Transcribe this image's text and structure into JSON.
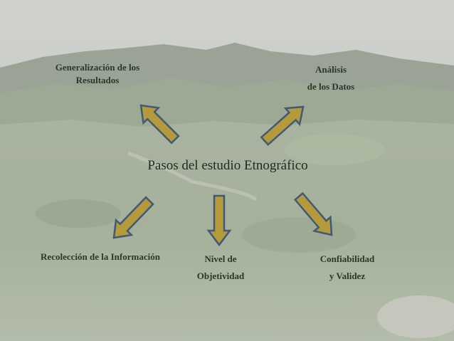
{
  "center": {
    "text": "Pasos del estudio Etnográfico"
  },
  "nodes": {
    "generalizacion": {
      "line1": "Generalización de los",
      "line2": "Resultados"
    },
    "analisis": {
      "line1": "Análisis",
      "line2": "de los Datos"
    },
    "recoleccion": {
      "line1": "Recolección de la Información"
    },
    "objetividad": {
      "line1": "Nivel de",
      "line2": "Objetividad"
    },
    "confiabilidad": {
      "line1": "Confiabilidad",
      "line2": "y Validez"
    }
  },
  "colors": {
    "arrow_fill": "#b59a3c",
    "arrow_stroke": "#3f5a78",
    "sky": "#c9cdc6",
    "hills": "#9aa494",
    "ground": "#a7b39c"
  }
}
